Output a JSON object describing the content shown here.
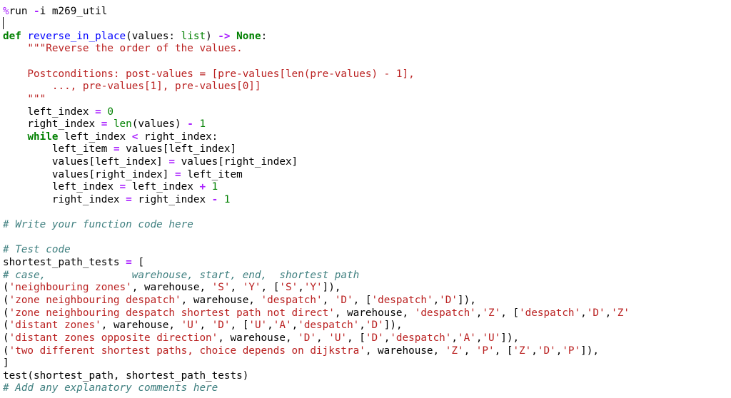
{
  "code_cell": {
    "lines": [
      [
        {
          "t": "%",
          "k": "pct"
        },
        {
          "t": "run ",
          "k": "mag"
        },
        {
          "t": "-",
          "k": "op"
        },
        {
          "t": "i m269_util",
          "k": "plain"
        }
      ],
      [],
      [
        {
          "t": "def",
          "k": "kw"
        },
        {
          "t": " ",
          "k": "plain"
        },
        {
          "t": "reverse_in_place",
          "k": "fn"
        },
        {
          "t": "(values: ",
          "k": "plain"
        },
        {
          "t": "list",
          "k": "bi"
        },
        {
          "t": ") ",
          "k": "plain"
        },
        {
          "t": "->",
          "k": "op"
        },
        {
          "t": " ",
          "k": "plain"
        },
        {
          "t": "None",
          "k": "kw"
        },
        {
          "t": ":",
          "k": "plain"
        }
      ],
      [
        {
          "t": "    \"\"\"Reverse the order of the values.",
          "k": "str"
        }
      ],
      [],
      [
        {
          "t": "    Postconditions: post-values = [pre-values[len(pre-values) - 1],",
          "k": "str"
        }
      ],
      [
        {
          "t": "        ..., pre-values[1], pre-values[0]]",
          "k": "str"
        }
      ],
      [
        {
          "t": "    \"\"\"",
          "k": "str"
        }
      ],
      [
        {
          "t": "    left_index ",
          "k": "plain"
        },
        {
          "t": "=",
          "k": "op"
        },
        {
          "t": " ",
          "k": "plain"
        },
        {
          "t": "0",
          "k": "num"
        }
      ],
      [
        {
          "t": "    right_index ",
          "k": "plain"
        },
        {
          "t": "=",
          "k": "op"
        },
        {
          "t": " ",
          "k": "plain"
        },
        {
          "t": "len",
          "k": "bi"
        },
        {
          "t": "(values) ",
          "k": "plain"
        },
        {
          "t": "-",
          "k": "op"
        },
        {
          "t": " ",
          "k": "plain"
        },
        {
          "t": "1",
          "k": "num"
        }
      ],
      [
        {
          "t": "    ",
          "k": "plain"
        },
        {
          "t": "while",
          "k": "kw"
        },
        {
          "t": " left_index ",
          "k": "plain"
        },
        {
          "t": "<",
          "k": "op"
        },
        {
          "t": " right_index:",
          "k": "plain"
        }
      ],
      [
        {
          "t": "        left_item ",
          "k": "plain"
        },
        {
          "t": "=",
          "k": "op"
        },
        {
          "t": " values[left_index]",
          "k": "plain"
        }
      ],
      [
        {
          "t": "        values[left_index] ",
          "k": "plain"
        },
        {
          "t": "=",
          "k": "op"
        },
        {
          "t": " values[right_index]",
          "k": "plain"
        }
      ],
      [
        {
          "t": "        values[right_index] ",
          "k": "plain"
        },
        {
          "t": "=",
          "k": "op"
        },
        {
          "t": " left_item",
          "k": "plain"
        }
      ],
      [
        {
          "t": "        left_index ",
          "k": "plain"
        },
        {
          "t": "=",
          "k": "op"
        },
        {
          "t": " left_index ",
          "k": "plain"
        },
        {
          "t": "+",
          "k": "op"
        },
        {
          "t": " ",
          "k": "plain"
        },
        {
          "t": "1",
          "k": "num"
        }
      ],
      [
        {
          "t": "        right_index ",
          "k": "plain"
        },
        {
          "t": "=",
          "k": "op"
        },
        {
          "t": " right_index ",
          "k": "plain"
        },
        {
          "t": "-",
          "k": "op"
        },
        {
          "t": " ",
          "k": "plain"
        },
        {
          "t": "1",
          "k": "num"
        }
      ],
      [],
      [
        {
          "t": "# Write your function code here",
          "k": "com"
        }
      ],
      [],
      [
        {
          "t": "# Test code",
          "k": "com"
        }
      ],
      [
        {
          "t": "shortest_path_tests ",
          "k": "plain"
        },
        {
          "t": "=",
          "k": "op"
        },
        {
          "t": " [",
          "k": "plain"
        }
      ],
      [
        {
          "t": "# case,              warehouse, start, end,  shortest path",
          "k": "com"
        }
      ],
      [
        {
          "t": "(",
          "k": "plain"
        },
        {
          "t": "'neighbouring zones'",
          "k": "str"
        },
        {
          "t": ", warehouse, ",
          "k": "plain"
        },
        {
          "t": "'S'",
          "k": "str"
        },
        {
          "t": ", ",
          "k": "plain"
        },
        {
          "t": "'Y'",
          "k": "str"
        },
        {
          "t": ", [",
          "k": "plain"
        },
        {
          "t": "'S'",
          "k": "str"
        },
        {
          "t": ",",
          "k": "plain"
        },
        {
          "t": "'Y'",
          "k": "str"
        },
        {
          "t": "]),",
          "k": "plain"
        }
      ],
      [
        {
          "t": "(",
          "k": "plain"
        },
        {
          "t": "'zone neighbouring despatch'",
          "k": "str"
        },
        {
          "t": ", warehouse, ",
          "k": "plain"
        },
        {
          "t": "'despatch'",
          "k": "str"
        },
        {
          "t": ", ",
          "k": "plain"
        },
        {
          "t": "'D'",
          "k": "str"
        },
        {
          "t": ", [",
          "k": "plain"
        },
        {
          "t": "'despatch'",
          "k": "str"
        },
        {
          "t": ",",
          "k": "plain"
        },
        {
          "t": "'D'",
          "k": "str"
        },
        {
          "t": "]),",
          "k": "plain"
        }
      ],
      [
        {
          "t": "(",
          "k": "plain"
        },
        {
          "t": "'zone neighbouring despatch shortest path not direct'",
          "k": "str"
        },
        {
          "t": ", warehouse, ",
          "k": "plain"
        },
        {
          "t": "'despatch'",
          "k": "str"
        },
        {
          "t": ",",
          "k": "plain"
        },
        {
          "t": "'Z'",
          "k": "str"
        },
        {
          "t": ", [",
          "k": "plain"
        },
        {
          "t": "'despatch'",
          "k": "str"
        },
        {
          "t": ",",
          "k": "plain"
        },
        {
          "t": "'D'",
          "k": "str"
        },
        {
          "t": ",",
          "k": "plain"
        },
        {
          "t": "'Z'",
          "k": "str"
        }
      ],
      [
        {
          "t": "(",
          "k": "plain"
        },
        {
          "t": "'distant zones'",
          "k": "str"
        },
        {
          "t": ", warehouse, ",
          "k": "plain"
        },
        {
          "t": "'U'",
          "k": "str"
        },
        {
          "t": ", ",
          "k": "plain"
        },
        {
          "t": "'D'",
          "k": "str"
        },
        {
          "t": ", [",
          "k": "plain"
        },
        {
          "t": "'U'",
          "k": "str"
        },
        {
          "t": ",",
          "k": "plain"
        },
        {
          "t": "'A'",
          "k": "str"
        },
        {
          "t": ",",
          "k": "plain"
        },
        {
          "t": "'despatch'",
          "k": "str"
        },
        {
          "t": ",",
          "k": "plain"
        },
        {
          "t": "'D'",
          "k": "str"
        },
        {
          "t": "]),",
          "k": "plain"
        }
      ],
      [
        {
          "t": "(",
          "k": "plain"
        },
        {
          "t": "'distant zones opposite direction'",
          "k": "str"
        },
        {
          "t": ", warehouse, ",
          "k": "plain"
        },
        {
          "t": "'D'",
          "k": "str"
        },
        {
          "t": ", ",
          "k": "plain"
        },
        {
          "t": "'U'",
          "k": "str"
        },
        {
          "t": ", [",
          "k": "plain"
        },
        {
          "t": "'D'",
          "k": "str"
        },
        {
          "t": ",",
          "k": "plain"
        },
        {
          "t": "'despatch'",
          "k": "str"
        },
        {
          "t": ",",
          "k": "plain"
        },
        {
          "t": "'A'",
          "k": "str"
        },
        {
          "t": ",",
          "k": "plain"
        },
        {
          "t": "'U'",
          "k": "str"
        },
        {
          "t": "]),",
          "k": "plain"
        }
      ],
      [
        {
          "t": "(",
          "k": "plain"
        },
        {
          "t": "'two different shortest paths, choice depends on dijkstra'",
          "k": "str"
        },
        {
          "t": ", warehouse, ",
          "k": "plain"
        },
        {
          "t": "'Z'",
          "k": "str"
        },
        {
          "t": ", ",
          "k": "plain"
        },
        {
          "t": "'P'",
          "k": "str"
        },
        {
          "t": ", [",
          "k": "plain"
        },
        {
          "t": "'Z'",
          "k": "str"
        },
        {
          "t": ",",
          "k": "plain"
        },
        {
          "t": "'D'",
          "k": "str"
        },
        {
          "t": ",",
          "k": "plain"
        },
        {
          "t": "'P'",
          "k": "str"
        },
        {
          "t": "]),",
          "k": "plain"
        }
      ],
      [
        {
          "t": "]",
          "k": "plain"
        }
      ],
      [
        {
          "t": "test(shortest_path, shortest_path_tests)",
          "k": "plain"
        }
      ],
      [
        {
          "t": "# Add any explanatory comments here",
          "k": "com"
        }
      ]
    ]
  },
  "colors": {
    "background": "#ffffff",
    "keyword": "#008000",
    "function_name": "#0000ff",
    "string": "#ba2121",
    "operator": "#aa22ff",
    "comment": "#408080",
    "number": "#008000"
  }
}
